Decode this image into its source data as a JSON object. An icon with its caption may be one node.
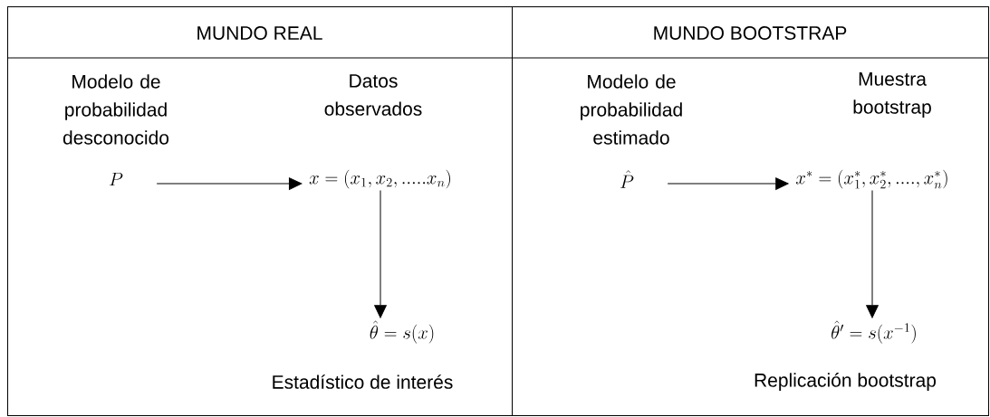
{
  "diagram": {
    "nodes": [
      {
        "text": [
          "MUNDO REAL"
        ]
      },
      {
        "text": [
          "MUNDO BOOTSTRAP"
        ]
      },
      {
        "text": [
          "P"
        ],
        "beside": [
          "Modelo de probabilidad desconocido"
        ],
        "in": 0
      },
      {
        "text": [
          "x=(x_1,x_2,.....x_n)"
        ],
        "beside": [
          "Datos observados"
        ],
        "in": 0
      },
      {
        "text": [
          "\\hat{\\theta}=s(x)"
        ],
        "beside": [
          "Estadístico de interés"
        ],
        "in": 0
      },
      {
        "text": [
          "\\hat{P}"
        ],
        "beside": [
          "Modelo de probabilidad estimado"
        ],
        "in": 1
      },
      {
        "text": [
          "x^{*}=(x_1^{*},x_2^{*},....,x_n^{*})"
        ],
        "beside": [
          "Muestra bootstrap"
        ],
        "in": 1
      },
      {
        "text": [
          "\\hat{\\theta}'=s(x^{-1})"
        ],
        "beside": [
          "Replicación bootstrap"
        ],
        "in": 1
      }
    ],
    "edges": [
      {
        "from": 2,
        "to": 3,
        "arrow": "to"
      },
      {
        "from": 3,
        "to": 4,
        "arrow": "to"
      },
      {
        "from": 5,
        "to": 6,
        "arrow": "to"
      },
      {
        "from": 6,
        "to": 7,
        "arrow": "to"
      }
    ]
  }
}
